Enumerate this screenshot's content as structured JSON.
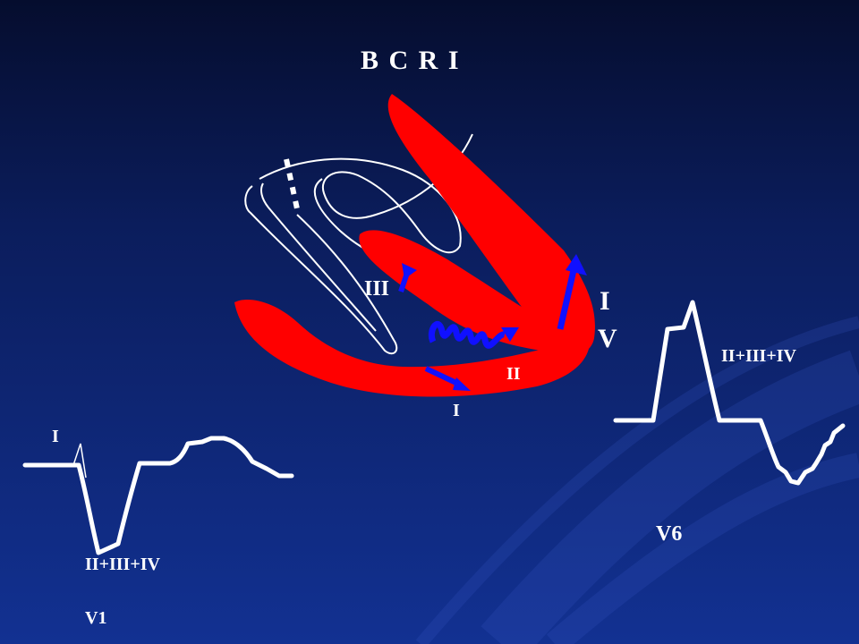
{
  "slide": {
    "title": "B C R I",
    "background": {
      "top": "#050d2e",
      "bottom": "#123192"
    },
    "muscle_color": "#ff0000",
    "vector_color": "#1010ff",
    "trace_color": "#ffffff"
  },
  "heart": {
    "labels": {
      "vector_III": "III",
      "vector_IV_top": "I",
      "vector_IV_bottom": "V",
      "vector_II": "II",
      "vector_I": "I"
    }
  },
  "ecg_v1": {
    "lead_label": "V1",
    "wave_I": "I",
    "wave_complex": "II+III+IV"
  },
  "ecg_v6": {
    "lead_label": "V6",
    "wave_complex": "II+III+IV"
  }
}
